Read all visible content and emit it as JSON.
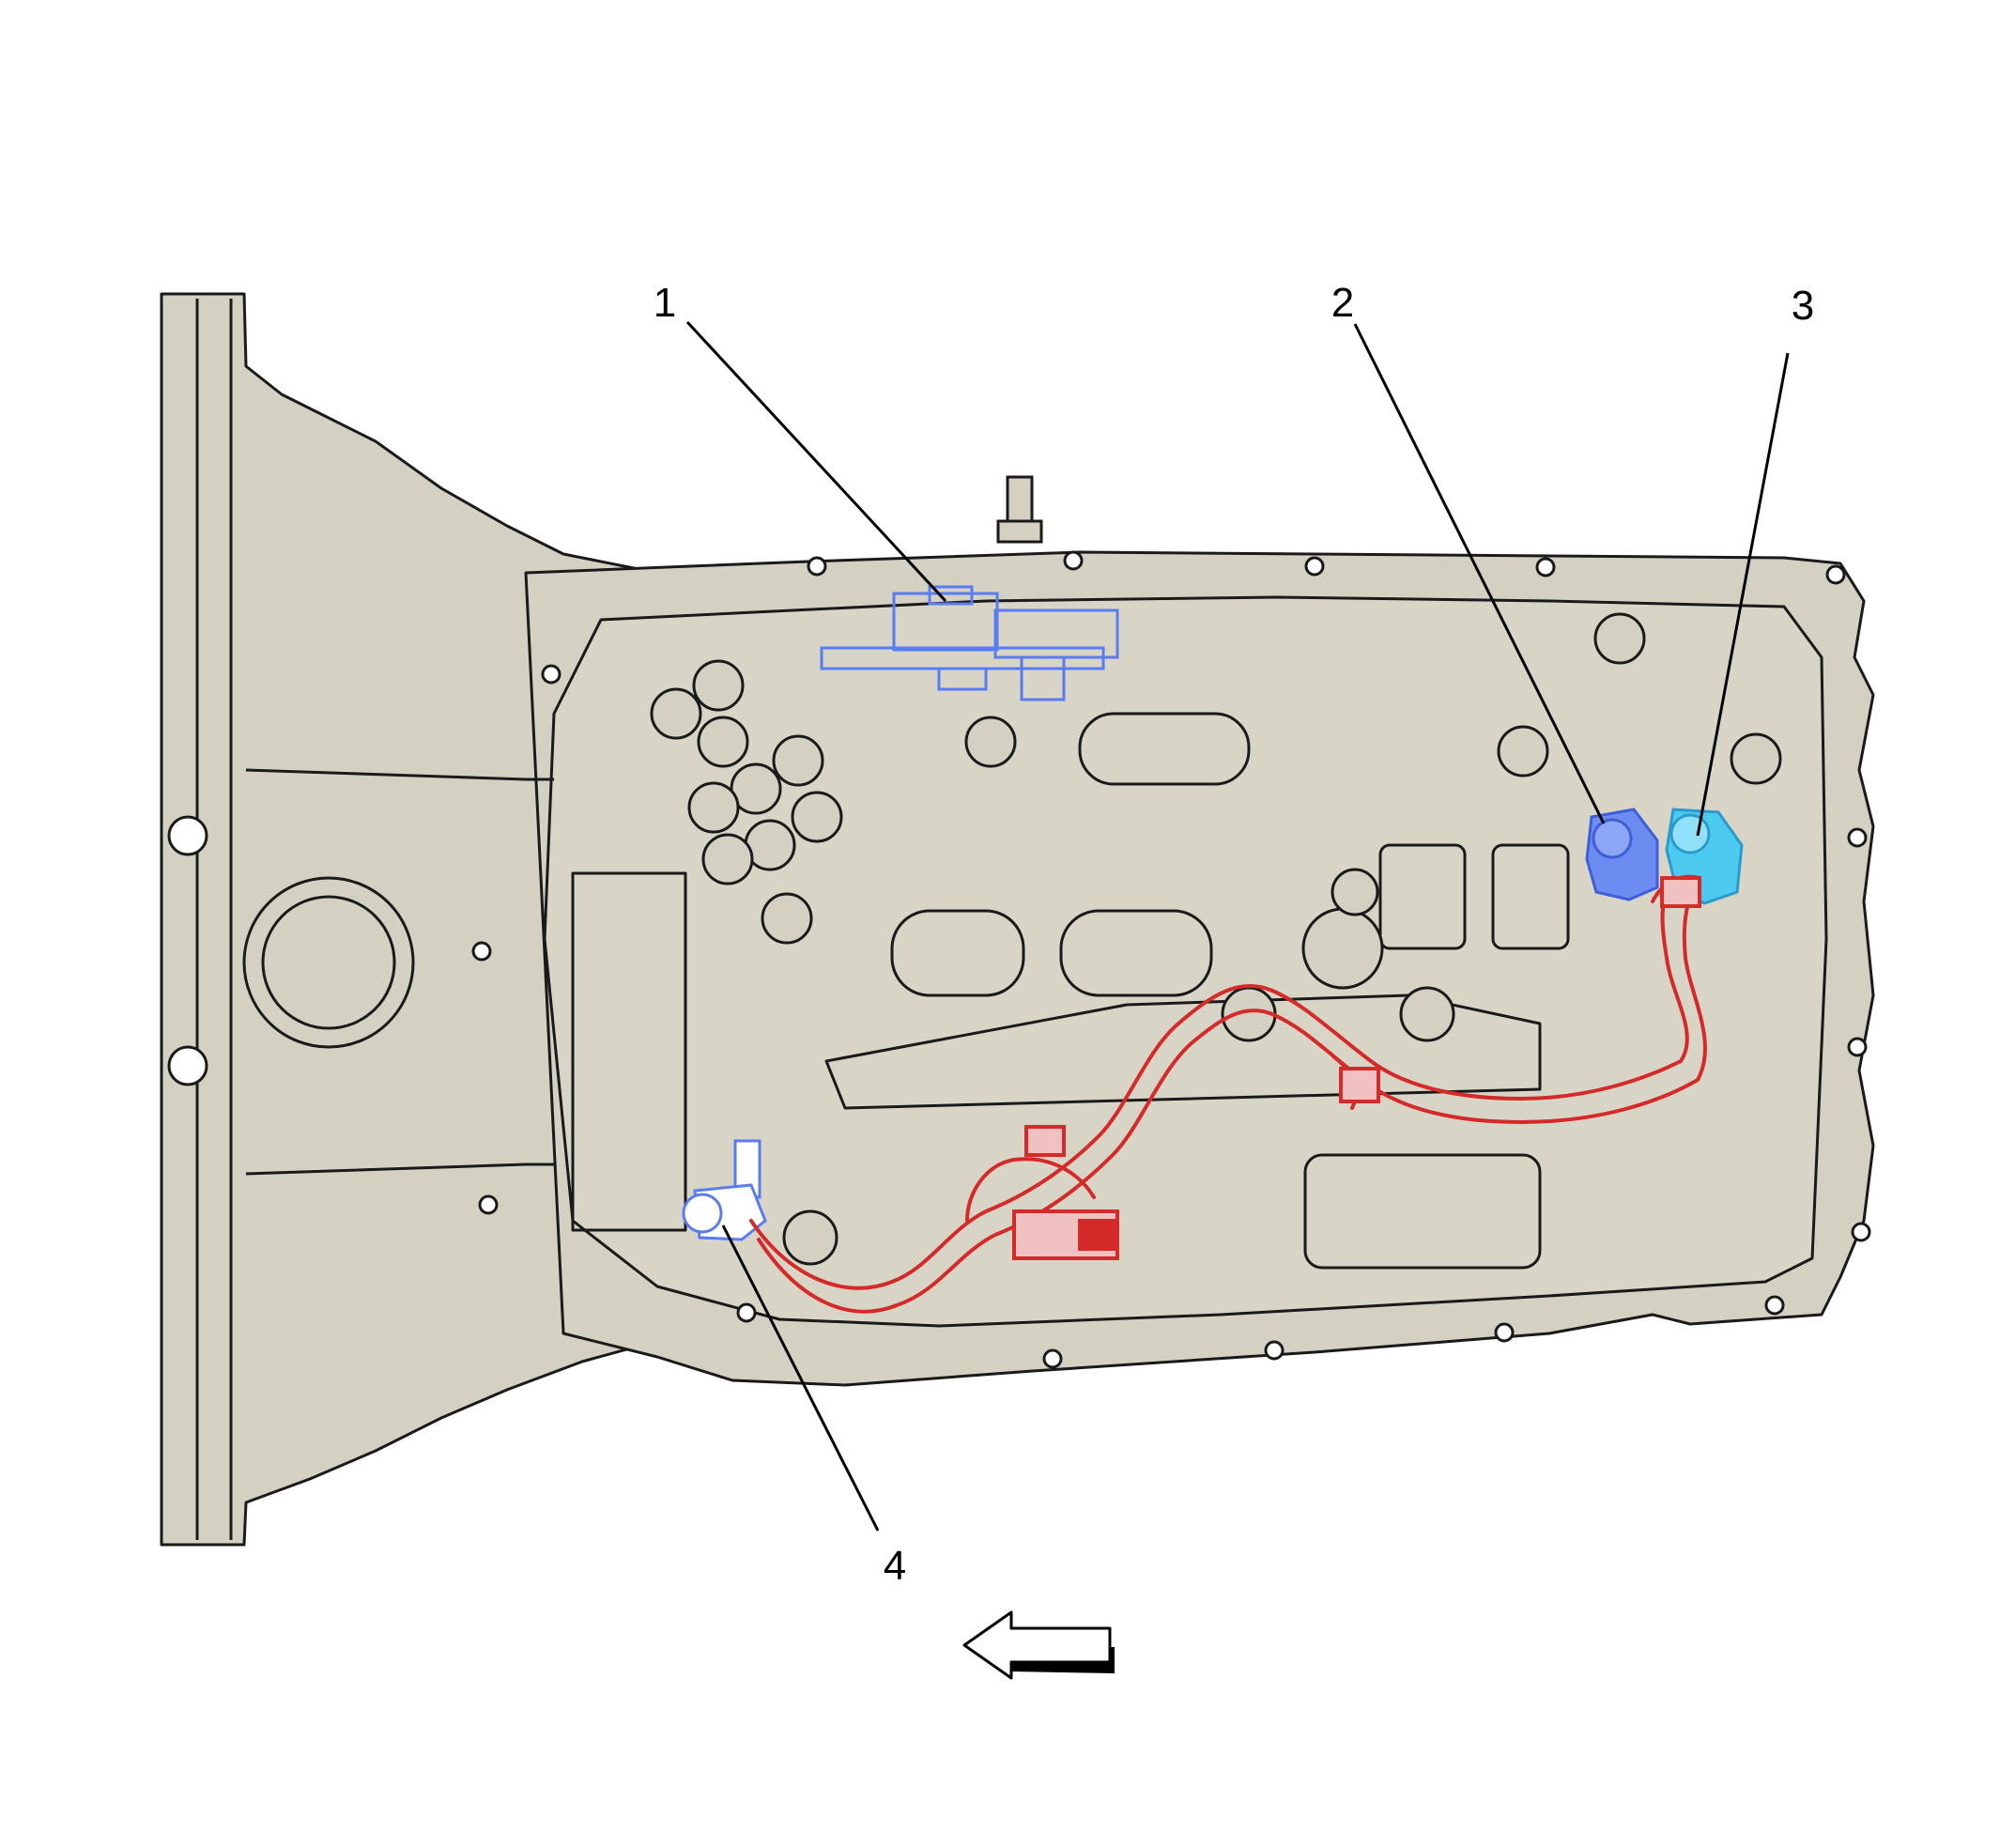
{
  "diagram": {
    "callouts": [
      {
        "id": "1",
        "label": "1"
      },
      {
        "id": "2",
        "label": "2"
      },
      {
        "id": "3",
        "label": "3"
      },
      {
        "id": "4",
        "label": "4"
      }
    ],
    "colors": {
      "housing_fill": "#d4d1c3",
      "outline": "#1a1a1a",
      "harness": "#d42a2a",
      "component_blue": "#5a7cf0",
      "component_cyan": "#40c4ee",
      "background": "#ffffff"
    },
    "direction_arrow": {
      "icon": "left-arrow-icon",
      "direction": "left"
    }
  }
}
